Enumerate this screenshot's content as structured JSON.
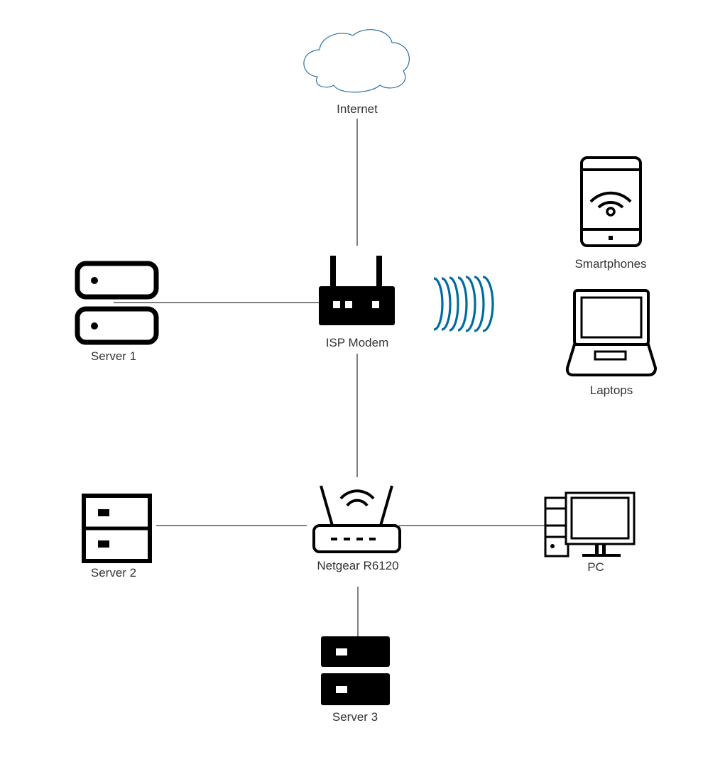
{
  "diagram": {
    "nodes": {
      "internet": {
        "label": "Internet",
        "icon": "cloud-icon"
      },
      "isp_modem": {
        "label": "ISP Modem",
        "icon": "modem-icon"
      },
      "router": {
        "label": "Netgear R6120",
        "icon": "wifi-router-icon"
      },
      "server1": {
        "label": "Server 1",
        "icon": "server-rack-icon"
      },
      "server2": {
        "label": "Server 2",
        "icon": "server-tower-icon"
      },
      "server3": {
        "label": "Server 3",
        "icon": "server-tower-icon"
      },
      "smartphones": {
        "label": "Smartphones",
        "icon": "smartphone-wifi-icon"
      },
      "laptops": {
        "label": "Laptops",
        "icon": "laptop-icon"
      },
      "pc": {
        "label": "PC",
        "icon": "desktop-pc-icon"
      }
    },
    "edges": [
      {
        "from": "internet",
        "to": "isp_modem"
      },
      {
        "from": "server1",
        "to": "isp_modem"
      },
      {
        "from": "isp_modem",
        "to": "router"
      },
      {
        "from": "server2",
        "to": "router"
      },
      {
        "from": "router",
        "to": "pc"
      },
      {
        "from": "router",
        "to": "server3"
      }
    ],
    "wireless": {
      "from": "isp_modem",
      "to": [
        "smartphones",
        "laptops"
      ],
      "icon": "wireless-signal-icon"
    },
    "colors": {
      "cloud": "#2f6f9f",
      "signal": "#006ba1",
      "icon": "#000000",
      "line": "#000000",
      "label": "#333333"
    }
  }
}
